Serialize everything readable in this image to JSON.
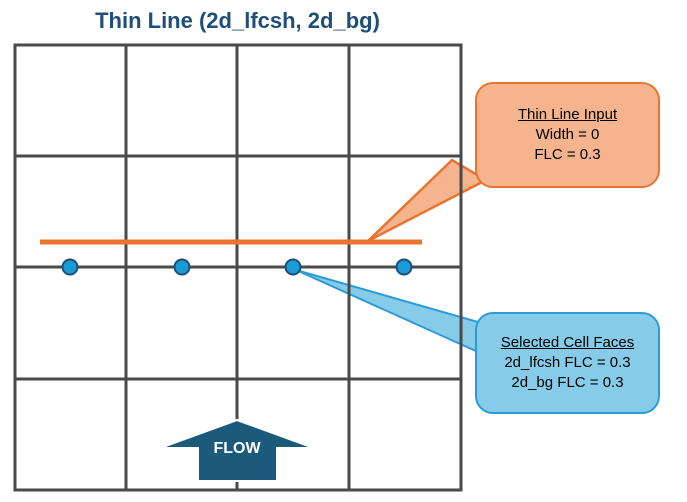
{
  "title": "Thin Line (2d_lfcsh, 2d_bg)",
  "thin_line_callout": {
    "heading": "Thin Line Input",
    "lines": [
      "Width = 0",
      "FLC = 0.3"
    ]
  },
  "cell_faces_callout": {
    "heading": "Selected Cell Faces",
    "lines": [
      "2d_lfcsh FLC = 0.3",
      "2d_bg FLC = 0.3"
    ]
  },
  "flow_arrow": {
    "label": "FLOW"
  },
  "grid": {
    "rows": 4,
    "cols": 4
  },
  "selected_cell_faces": {
    "count": 4
  },
  "colors": {
    "grid_line": "#4a4a4a",
    "thin_line": "#e97431",
    "cell_face_fill": "#1a9bd7",
    "cell_face_stroke": "#1f4e79",
    "orange_callout_fill": "#f5b48e",
    "orange_callout_border": "#e97431",
    "blue_callout_fill": "#86cce8",
    "blue_callout_border": "#2e9bd6",
    "flow_arrow": "#1c5a7c",
    "title": "#1f4e79"
  }
}
